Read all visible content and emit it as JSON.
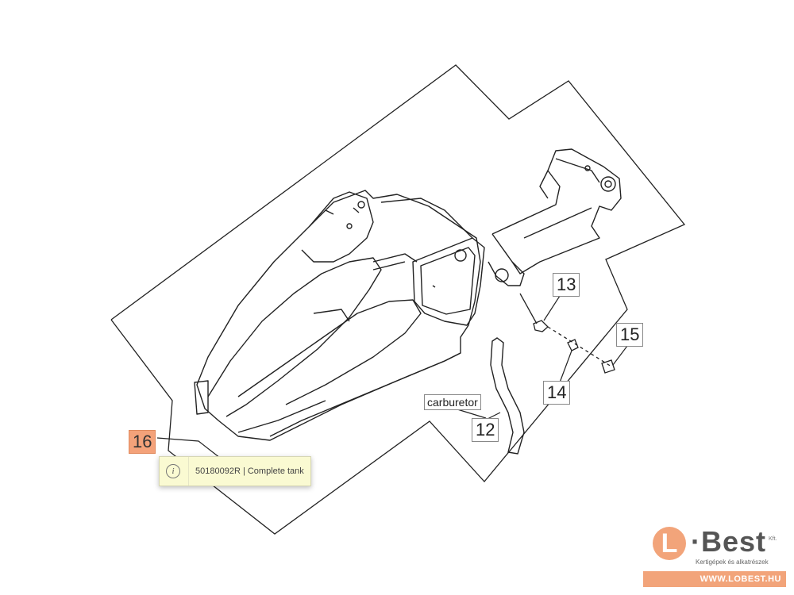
{
  "callouts": {
    "c16": "16",
    "c13": "13",
    "c14": "14",
    "c15": "15",
    "c12": "12"
  },
  "labels": {
    "carburetor": "carburetor"
  },
  "tooltip": {
    "icon": "info-icon",
    "text": "50180092R | Complete tank"
  },
  "logo": {
    "letter": "L",
    "name": "Best",
    "suffix": "Kft.",
    "subtitle": "Kertigépek és alkatrészek",
    "url": "WWW.LOBEST.HU",
    "accent": "#f2a47a"
  },
  "colors": {
    "highlight": "#f4a27a",
    "tooltip_bg": "#fafad2",
    "line": "#222222"
  }
}
